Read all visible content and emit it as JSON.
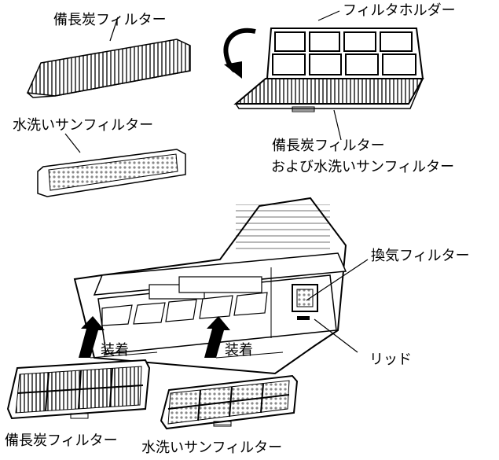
{
  "labels": {
    "binchotan_filter_top": "備長炭フィルター",
    "filter_holder": "フィルタホルダー",
    "washable_sun_filter_top": "水洗いサンフィルター",
    "combined_line1": "備長炭フィルター",
    "combined_line2": "および水洗いサンフィルター",
    "ventilation_filter": "換気フィルター",
    "install_left": "装着",
    "install_right": "装着",
    "lid": "リッド",
    "binchotan_filter_bottom": "備長炭フィルター",
    "washable_sun_filter_bottom": "水洗いサンフィルター"
  },
  "colors": {
    "line": "#000000",
    "background": "#ffffff",
    "mesh": "#9a9a9a"
  }
}
